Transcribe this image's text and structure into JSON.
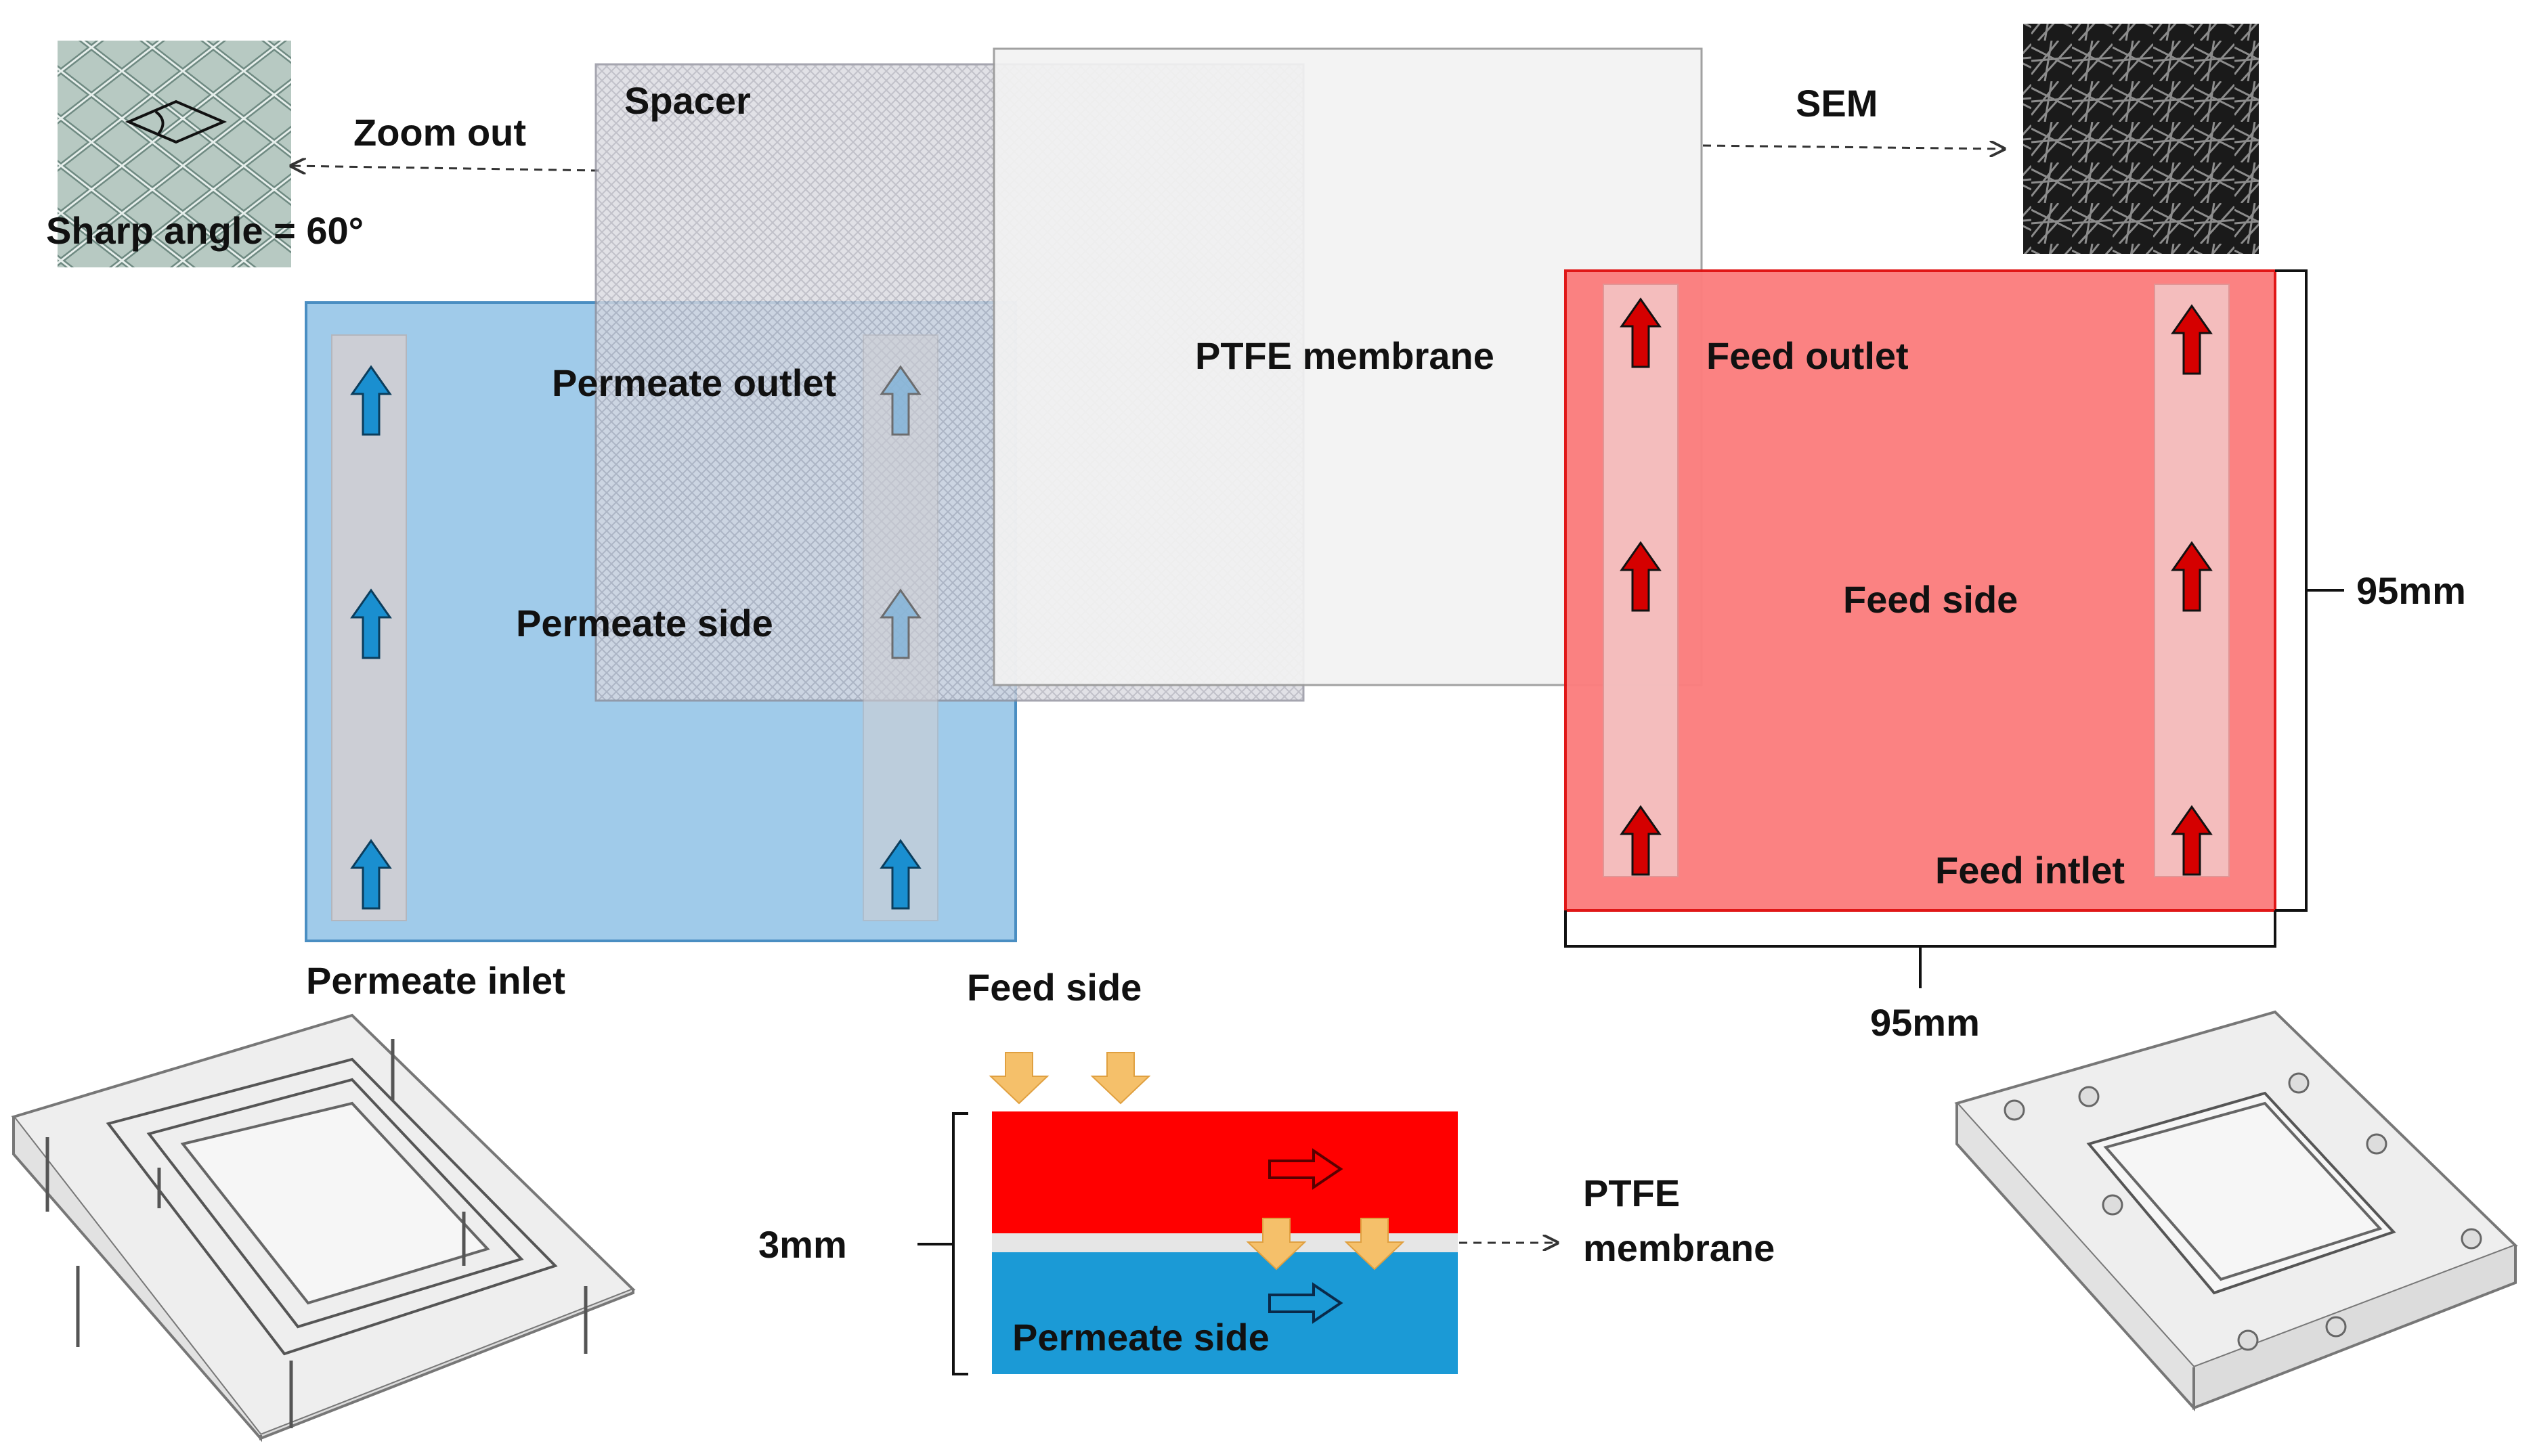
{
  "labels": {
    "zoom_out": "Zoom out",
    "sharp_angle": "Sharp angle = 60°",
    "spacer": "Spacer",
    "ptfe_membrane_center": "PTFE membrane",
    "sem": "SEM",
    "permeate_outlet": "Permeate outlet",
    "permeate_side": "Permeate side",
    "permeate_inlet": "Permeate inlet",
    "feed_outlet": "Feed outlet",
    "feed_side": "Feed side",
    "feed_intlet": "Feed intlet",
    "dim_height": "95mm",
    "dim_width": "95mm",
    "cross_feed_side": "Feed side",
    "cross_thickness": "3mm",
    "cross_ptfe_line1": "PTFE",
    "cross_ptfe_line2": "membrane",
    "cross_permeate_side": "Permeate side"
  },
  "colors": {
    "permeate_blue": "#a0cbea",
    "permeate_blue_border": "#4a8ec2",
    "feed_red": "#fb7e7e",
    "feed_red_border": "#e01010",
    "arrow_blue": "#1a8fd0",
    "arrow_red": "#d50000",
    "channel_grey": "#cfcfd4",
    "cross_red": "#ff0000",
    "cross_blue": "#1b9ad6",
    "flux_arrow": "#f5c06a"
  }
}
